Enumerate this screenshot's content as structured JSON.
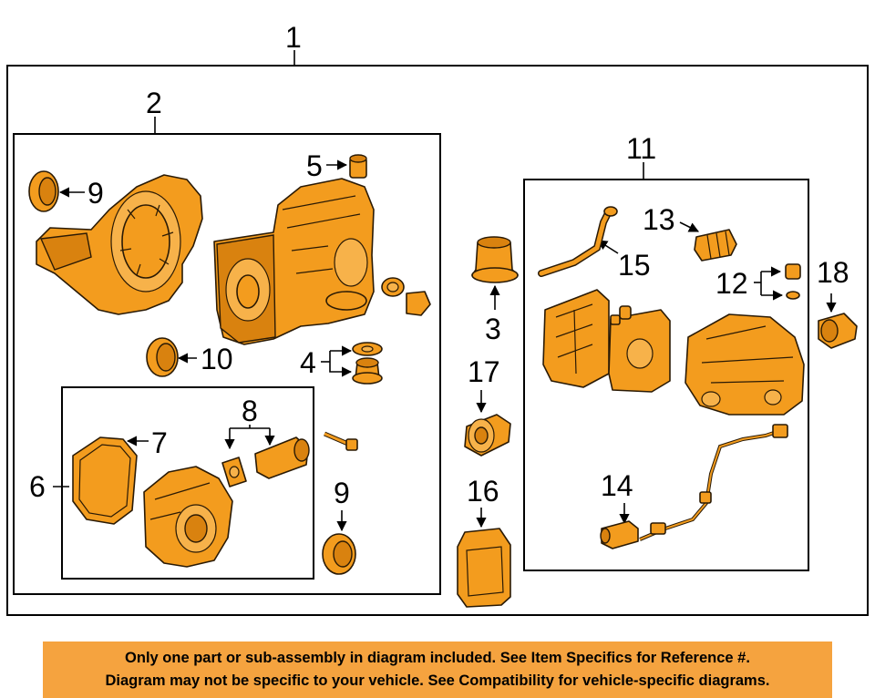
{
  "callouts": {
    "c1": "1",
    "c2": "2",
    "c3": "3",
    "c4": "4",
    "c5": "5",
    "c6": "6",
    "c7": "7",
    "c8": "8",
    "c9a": "9",
    "c9b": "9",
    "c10": "10",
    "c11": "11",
    "c12": "12",
    "c13": "13",
    "c14": "14",
    "c15": "15",
    "c16": "16",
    "c17": "17",
    "c18": "18"
  },
  "disclaimer": {
    "line1": "Only one part or sub-assembly in diagram included. See Item Specifics for Reference #.",
    "line2": "Diagram may not be specific to your vehicle. See Compatibility for vehicle-specific diagrams."
  },
  "colors": {
    "part_fill": "#F39C1E",
    "outline": "#2a1a05",
    "banner": "#F5A33F"
  }
}
